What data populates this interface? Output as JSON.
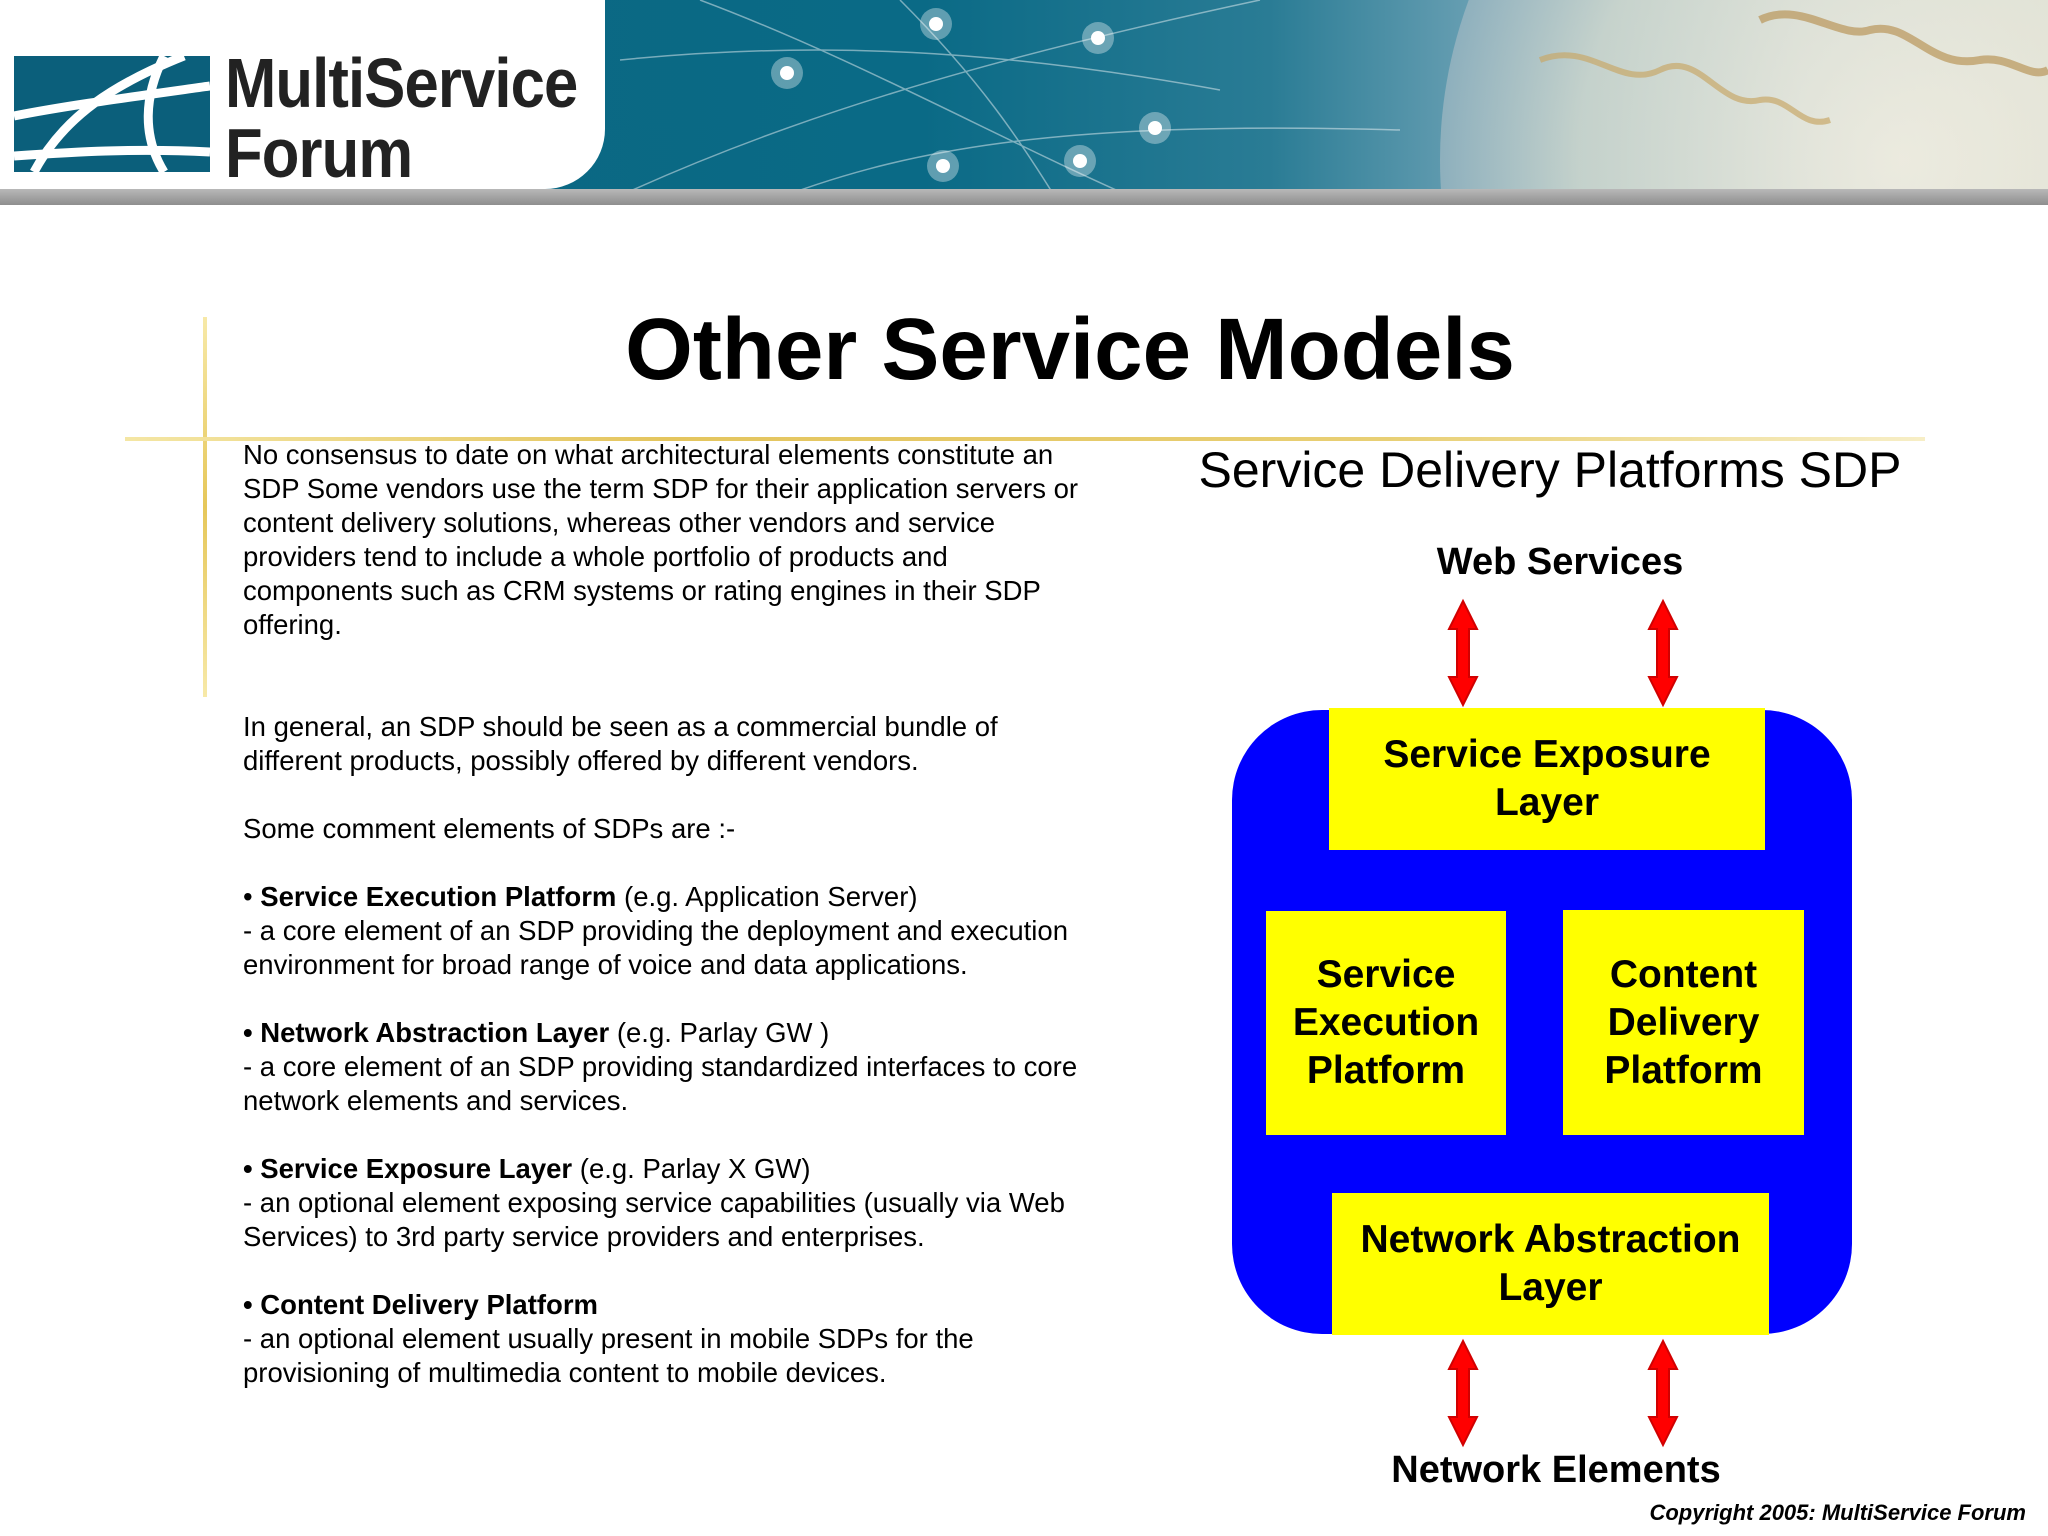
{
  "header": {
    "logo_line1": "MultiService",
    "logo_line2": "Forum"
  },
  "title": "Other Service Models",
  "body": {
    "intro": "No consensus to date on what architectural elements constitute an SDP Some vendors use the term SDP for their application servers or content delivery solutions, whereas other vendors and service providers tend to include a whole portfolio of products and components such as CRM systems or rating engines in their SDP offering.",
    "general": "In general, an SDP should be seen as a commercial bundle of different products, possibly offered by different vendors.",
    "elements_intro": "Some comment elements of SDPs are :-",
    "items": [
      {
        "bullet": "•",
        "name": "Service Execution Platform",
        "example": " (e.g. Application Server)",
        "desc": "- a core element of an SDP providing the deployment and execution environment for broad range of voice and data applications."
      },
      {
        "bullet": "•",
        "name": "Network Abstraction Layer",
        "example": " (e.g. Parlay GW )",
        "desc": "- a core element of an SDP providing standardized interfaces to core network elements and services."
      },
      {
        "bullet": "•",
        "name": "Service Exposure Layer",
        "example": " (e.g. Parlay X GW)",
        "desc": "- an optional element exposing service capabilities (usually via Web Services) to 3rd party service providers and enterprises."
      },
      {
        "bullet": "•",
        "name": "Content Delivery Platform",
        "example": "",
        "desc": "- an optional element usually present in mobile SDPs for the provisioning of multimedia content to mobile devices."
      }
    ]
  },
  "diagram": {
    "heading": "Service Delivery Platforms SDP",
    "top_label": "Web Services",
    "bottom_label": "Network Elements",
    "boxes": {
      "exposure": "Service Exposure Layer",
      "execution": "Service Execution Platform",
      "content": "Content Delivery Platform",
      "abstraction": "Network Abstraction Layer"
    },
    "colors": {
      "frame": "#0000ff",
      "box": "#ffff00",
      "arrow": "#ff0000"
    }
  },
  "copyright": "Copyright 2005:  MultiService Forum"
}
